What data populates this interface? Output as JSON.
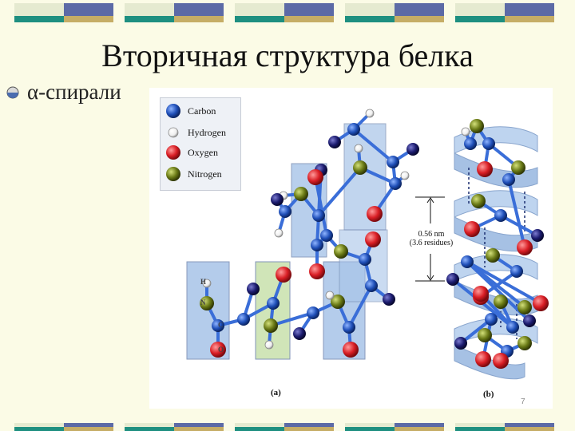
{
  "slide": {
    "title": "Вторичная структура белка",
    "bullet": "α-спирали",
    "page_number": "7"
  },
  "figure": {
    "legend": [
      {
        "label": "Carbon",
        "color": "#1f4fb8"
      },
      {
        "label": "Hydrogen",
        "color": "#ffffff"
      },
      {
        "label": "Oxygen",
        "color": "#d91e25"
      },
      {
        "label": "Nitrogen",
        "color": "#6a7a16"
      }
    ],
    "pitch_value": "0.56 nm",
    "pitch_residues": "(3.6 residues)",
    "panel_a": "(a)",
    "panel_b": "(b)",
    "atom_labels": {
      "h": "H",
      "n": "N",
      "c": "C",
      "o": "O"
    }
  },
  "colors": {
    "band_blue": "#5c6aa6",
    "band_teal": "#1e8f80",
    "band_tan": "#c6ad66",
    "band_light": "#e5ead0",
    "plane_blue": "#a7c4e8",
    "plane_green": "#cbe3b1",
    "ribbon": "#b8d0ee"
  }
}
